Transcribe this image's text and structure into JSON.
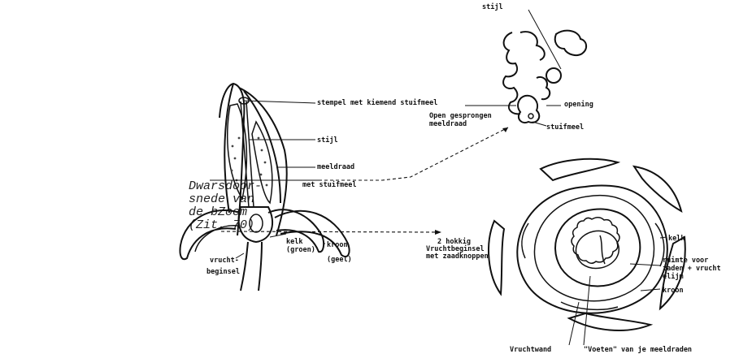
{
  "caption": "Dwarsdoor-\nsnede van\nde bZoem\n(Zit. 70)",
  "labels": {
    "stempel": "stempel met kiemend stuifmeel",
    "stijl_left": "stijl",
    "meeldraad": "meeldraad",
    "met_stuifmeel": "met stuifmeel",
    "kelk_left": "kelk",
    "groen": "(groen)",
    "kroon_left": "kroon",
    "geel": "(geel)",
    "vrucht1": "vrucht-",
    "vrucht2": "beginsel",
    "hokkig1": "2 hokkig",
    "hokkig2": "Vruchtbeginsel",
    "hokkig3": "met zaadknoppen",
    "stijl_top": "stijl",
    "opening": "opening",
    "open1": "Open gesprongen",
    "open2": "meeldraad",
    "stuifmeel": "stuifmeel",
    "kelk_right": "kelk",
    "ruimte1": "ruimte voor",
    "ruimte2": "zaden + vrucht",
    "ruimte3": "elijm",
    "kroon_right": "kroon",
    "vruchtwand": "Vruchtwand",
    "voeten": "\"Voeten\" van je meeldraden"
  }
}
